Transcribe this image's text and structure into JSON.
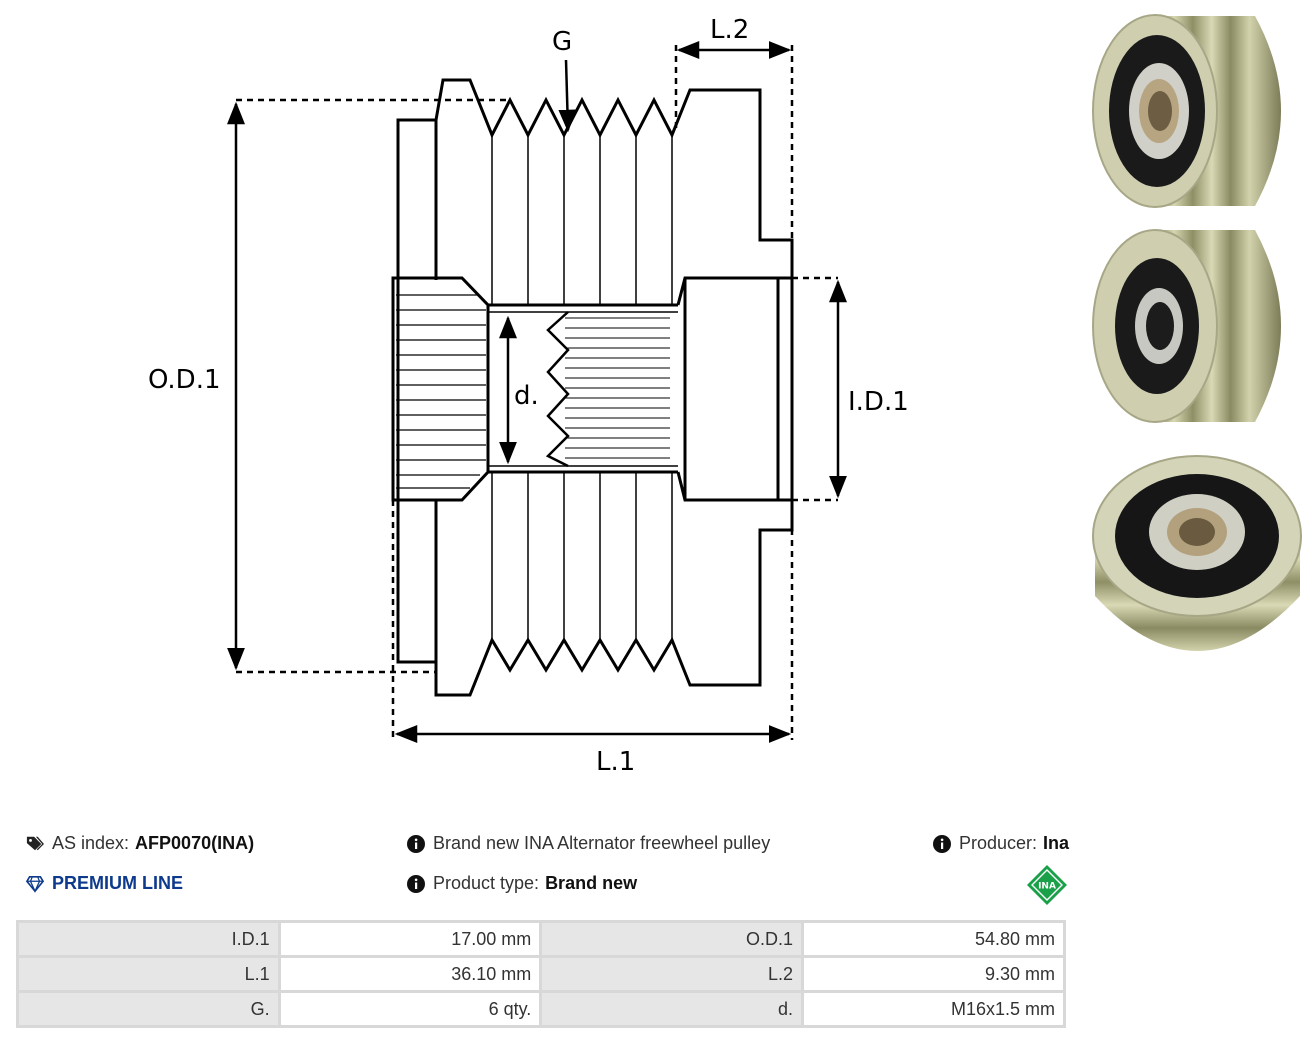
{
  "diagram": {
    "label_od": "O.D.1",
    "label_id": "I.D.1",
    "label_l1": "L.1",
    "label_l2": "L.2",
    "label_g": "G",
    "label_d": "d."
  },
  "info": {
    "as_index_label": "AS index:",
    "as_index_value": "AFP0070(INA)",
    "premium_label": "PREMIUM LINE",
    "description": "Brand new INA Alternator freewheel pulley",
    "product_type_label": "Product type:",
    "product_type_value": "Brand new",
    "producer_label": "Producer:",
    "producer_value": "Ina",
    "logo_text": "INA"
  },
  "specs": [
    {
      "label1": "I.D.1",
      "value1": "17.00 mm",
      "label2": "O.D.1",
      "value2": "54.80 mm"
    },
    {
      "label1": "L.1",
      "value1": "36.10 mm",
      "label2": "L.2",
      "value2": "9.30 mm"
    },
    {
      "label1": "G.",
      "value1": "6 qty.",
      "label2": "d.",
      "value2": "M16x1.5 mm"
    }
  ],
  "colors": {
    "premium": "#0d3a8c",
    "logo_green": "#1aa048",
    "table_label_bg": "#e6e6e6",
    "table_border": "#d8d8d8"
  }
}
